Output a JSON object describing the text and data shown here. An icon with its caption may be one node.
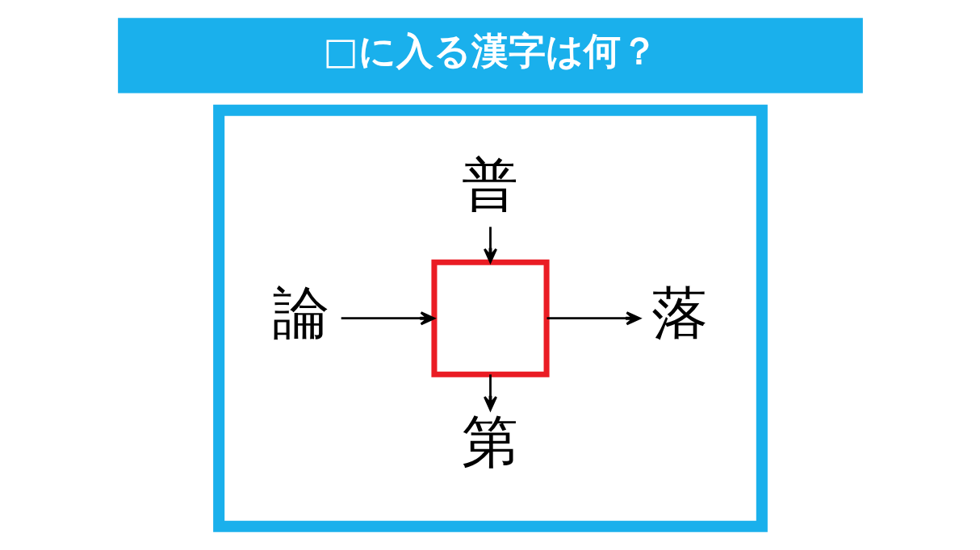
{
  "diagram": {
    "title": "□に入る漢字は何？",
    "nodes": [
      {
        "text": [],
        "shape": "box"
      },
      {
        "text": [
          "普"
        ],
        "in": 0
      },
      {
        "text": [
          "論"
        ],
        "in": 0
      },
      {
        "text": [],
        "shape": "box",
        "in": 0
      },
      {
        "text": [
          "落"
        ],
        "in": 0
      },
      {
        "text": [
          "第"
        ],
        "in": 0
      }
    ],
    "edges": [
      {
        "from": 1,
        "to": 3,
        "arrow": "to"
      },
      {
        "from": 2,
        "to": 3,
        "arrow": "to"
      },
      {
        "from": 3,
        "to": 4,
        "arrow": "to"
      },
      {
        "from": 3,
        "to": 5,
        "arrow": "to"
      }
    ]
  }
}
